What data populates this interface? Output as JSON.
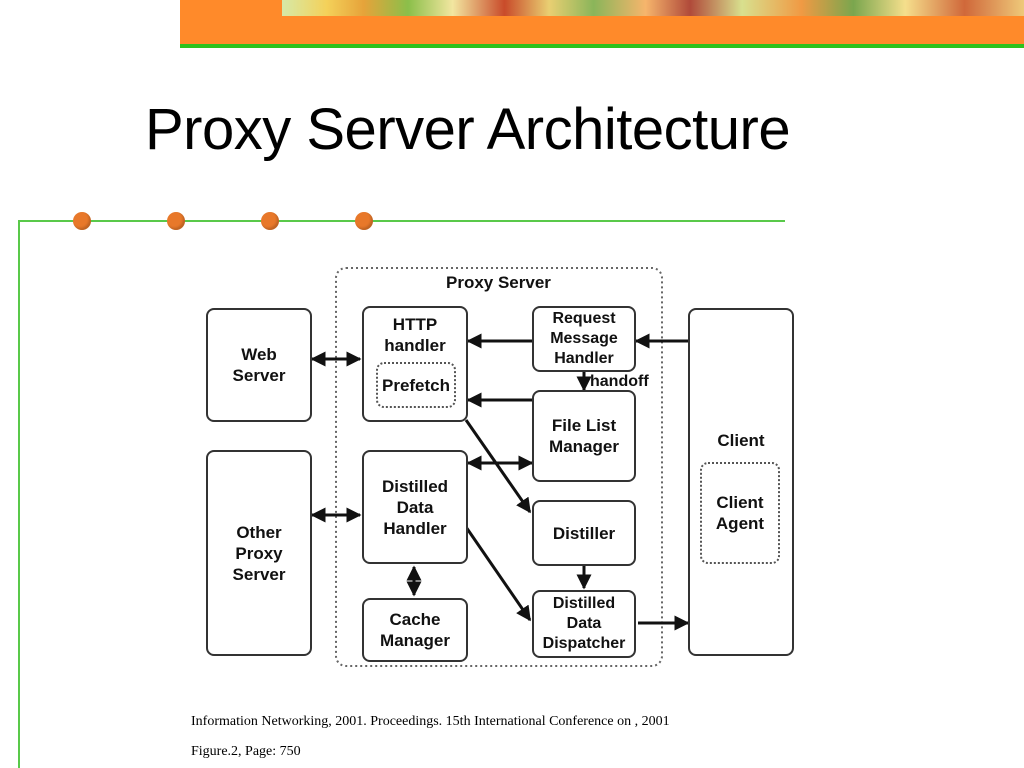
{
  "slide": {
    "title": "Proxy Server Architecture",
    "caption_line1": "Information Networking, 2001. Proceedings. 15th International Conference on , 2001",
    "caption_line2": "Figure.2, Page: 750"
  },
  "diagram": {
    "proxy_server_label": "Proxy Server",
    "web_server": "Web\nServer",
    "other_proxy_server": "Other\nProxy\nServer",
    "http_handler": "HTTP\nhandler",
    "prefetch": "Prefetch",
    "request_message_handler": "Request\nMessage\nHandler",
    "handoff_label": "handoff",
    "file_list_manager": "File List\nManager",
    "distilled_data_handler": "Distilled\nData\nHandler",
    "distiller": "Distiller",
    "cache_manager": "Cache\nManager",
    "distilled_data_dispatcher": "Distilled\nData\nDispatcher",
    "client_label": "Client",
    "client_agent": "Client\nAgent"
  },
  "colors": {
    "banner_orange": "#ff8a2a",
    "accent_green": "#2cc21e",
    "bullet_orange": "#e8782a"
  }
}
